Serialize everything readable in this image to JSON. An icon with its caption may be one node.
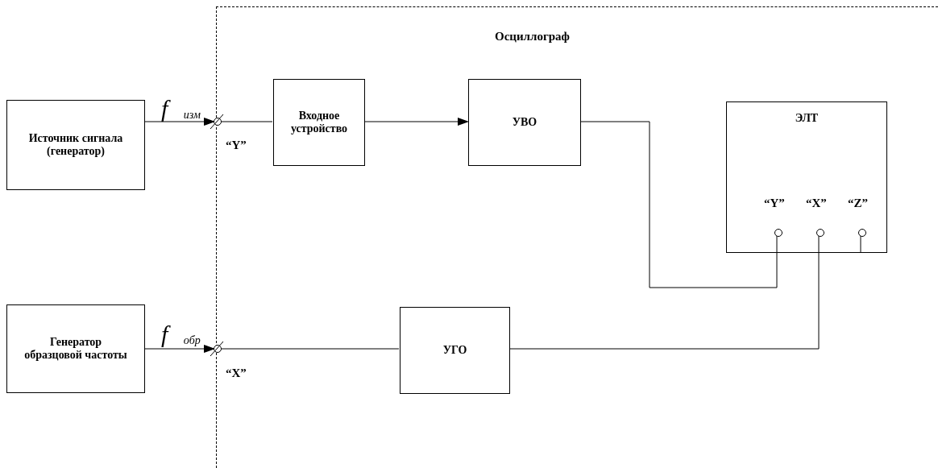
{
  "diagram": {
    "nodes": [
      {
        "text": [
          "Осциллограф"
        ]
      },
      {
        "text": [
          "Источник сигнала (генератор)"
        ]
      },
      {
        "text": [],
        "shape": "circle",
        "beside": [
          "“Y”"
        ]
      },
      {
        "text": [
          "Входное устройство"
        ],
        "in": 0
      },
      {
        "text": [
          "УВО"
        ],
        "in": 0
      },
      {
        "text": [
          "ЭЛТ"
        ],
        "in": 0
      },
      {
        "text": [],
        "shape": "circle",
        "beside": [
          "“Y”"
        ],
        "in": 5
      },
      {
        "text": [],
        "shape": "circle",
        "beside": [
          "“X”"
        ],
        "in": 5
      },
      {
        "text": [],
        "shape": "circle",
        "beside": [
          "“Z”"
        ],
        "in": 5
      },
      {
        "text": [
          "Генератор образцовой частоты"
        ]
      },
      {
        "text": [],
        "shape": "circle",
        "beside": [
          "“X”"
        ]
      },
      {
        "text": [
          "УГО"
        ],
        "in": 0
      }
    ],
    "edges": [
      {
        "from": 1,
        "to": 2,
        "arrow": "to",
        "label": "f $_{изм}$"
      },
      {
        "from": 2,
        "to": 3,
        "arrow": "none"
      },
      {
        "from": 3,
        "to": 4,
        "arrow": "to"
      },
      {
        "from": 4,
        "to": 6,
        "arrow": "none"
      },
      {
        "from": 9,
        "to": 10,
        "arrow": "to",
        "label": "f $_{обр}$"
      },
      {
        "from": 10,
        "to": 11,
        "arrow": "none"
      },
      {
        "from": 11,
        "to": 7,
        "arrow": "none"
      }
    ]
  }
}
